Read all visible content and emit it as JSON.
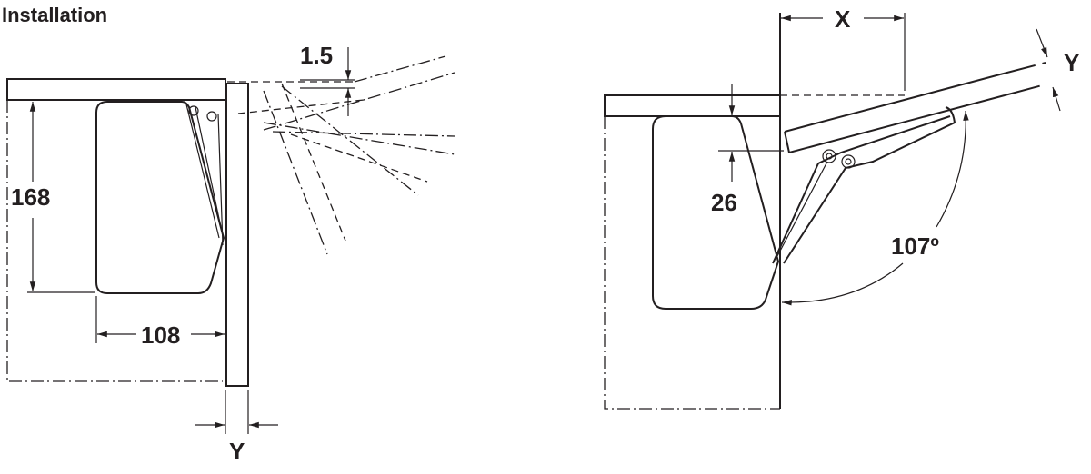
{
  "title": "Installation",
  "left_view": {
    "dim_height": "168",
    "dim_width": "108",
    "dim_offset": "1.5",
    "dim_door": "Y"
  },
  "right_view": {
    "dim_x": "X",
    "dim_y": "Y",
    "dim_drop": "26",
    "angle": "107º"
  }
}
